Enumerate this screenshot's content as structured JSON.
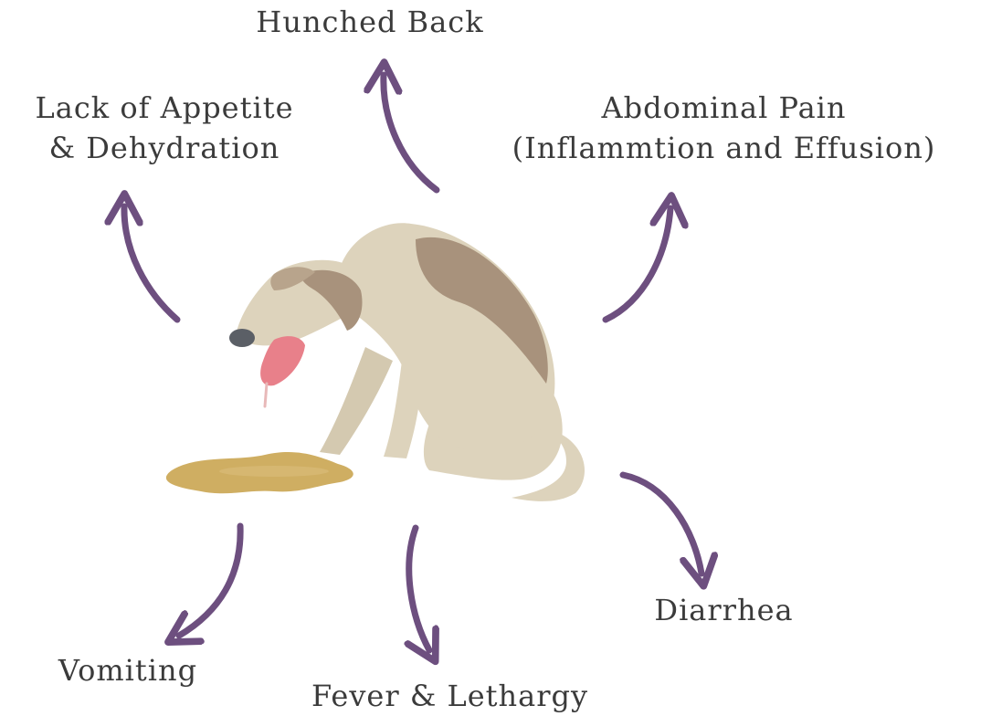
{
  "symptoms": {
    "hunched_back": "Hunched Back",
    "appetite_line1": "Lack of Appetite",
    "appetite_line2": "& Dehydration",
    "abdominal_line1": "Abdominal Pain",
    "abdominal_line2": "(Inflammtion and Effusion)",
    "vomiting": "Vomiting",
    "fever": "Fever & Lethargy",
    "diarrhea": "Diarrhea"
  },
  "colors": {
    "arrow": "#6d4f7f",
    "text": "#3b3b3b",
    "dog_body": "#ddd3bc",
    "dog_patch": "#a8927c",
    "puddle": "#cfae62"
  }
}
